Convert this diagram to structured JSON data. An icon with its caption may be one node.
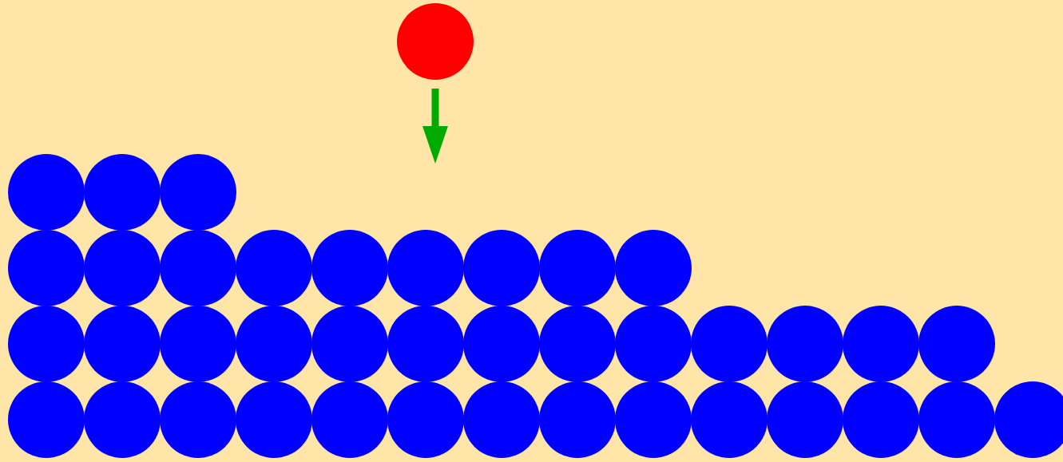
{
  "diagram": {
    "nodes": [
      {
        "text": [],
        "shape": "circle"
      },
      {
        "text": [],
        "shape": "circle"
      },
      {
        "text": [],
        "shape": "circle"
      },
      {
        "text": [],
        "shape": "circle"
      },
      {
        "text": [],
        "shape": "circle"
      },
      {
        "text": [],
        "shape": "circle"
      },
      {
        "text": [],
        "shape": "circle"
      },
      {
        "text": [],
        "shape": "circle"
      },
      {
        "text": [],
        "shape": "circle"
      },
      {
        "text": [],
        "shape": "circle"
      },
      {
        "text": [],
        "shape": "circle"
      },
      {
        "text": [],
        "shape": "circle"
      },
      {
        "text": [],
        "shape": "circle"
      },
      {
        "text": [],
        "shape": "circle"
      },
      {
        "text": [],
        "shape": "circle"
      },
      {
        "text": [],
        "shape": "circle"
      },
      {
        "text": [],
        "shape": "circle"
      },
      {
        "text": [],
        "shape": "circle"
      },
      {
        "text": [],
        "shape": "circle"
      },
      {
        "text": [],
        "shape": "circle"
      },
      {
        "text": [],
        "shape": "circle"
      },
      {
        "text": [],
        "shape": "circle"
      },
      {
        "text": [],
        "shape": "circle"
      },
      {
        "text": [],
        "shape": "circle"
      },
      {
        "text": [],
        "shape": "circle"
      },
      {
        "text": [],
        "shape": "circle"
      },
      {
        "text": [],
        "shape": "circle"
      },
      {
        "text": [],
        "shape": "circle"
      },
      {
        "text": [],
        "shape": "circle"
      },
      {
        "text": [],
        "shape": "circle"
      },
      {
        "text": [],
        "shape": "circle"
      },
      {
        "text": [],
        "shape": "circle"
      },
      {
        "text": [],
        "shape": "circle"
      },
      {
        "text": [],
        "shape": "circle"
      },
      {
        "text": [],
        "shape": "circle"
      },
      {
        "text": [],
        "shape": "circle"
      },
      {
        "text": [],
        "shape": "circle"
      },
      {
        "text": [],
        "shape": "circle"
      },
      {
        "text": [],
        "shape": "circle"
      },
      {
        "text": [],
        "shape": "circle"
      }
    ]
  }
}
